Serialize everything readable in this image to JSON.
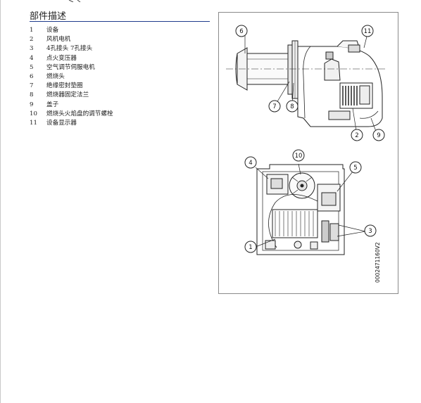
{
  "section": {
    "title": "部件描述"
  },
  "parts": [
    {
      "num": "1",
      "label": "设备"
    },
    {
      "num": "2",
      "label": "风机电机"
    },
    {
      "num": "3",
      "label": "4孔接头 7孔接头"
    },
    {
      "num": "4",
      "label": "点火变压器"
    },
    {
      "num": "5",
      "label": "空气调节伺服电机"
    },
    {
      "num": "6",
      "label": "燃烧头"
    },
    {
      "num": "7",
      "label": "绝缘密封垫圈"
    },
    {
      "num": "8",
      "label": "燃烧器固定法兰"
    },
    {
      "num": "9",
      "label": "盖子"
    },
    {
      "num": "10",
      "label": "燃烧头火焰盘的调节螺栓"
    },
    {
      "num": "11",
      "label": "设备显示器"
    }
  ],
  "figure": {
    "callouts": [
      "6",
      "11",
      "7",
      "8",
      "2",
      "9",
      "10",
      "4",
      "5",
      "3",
      "1"
    ],
    "doc_code": "0002471160V2"
  }
}
